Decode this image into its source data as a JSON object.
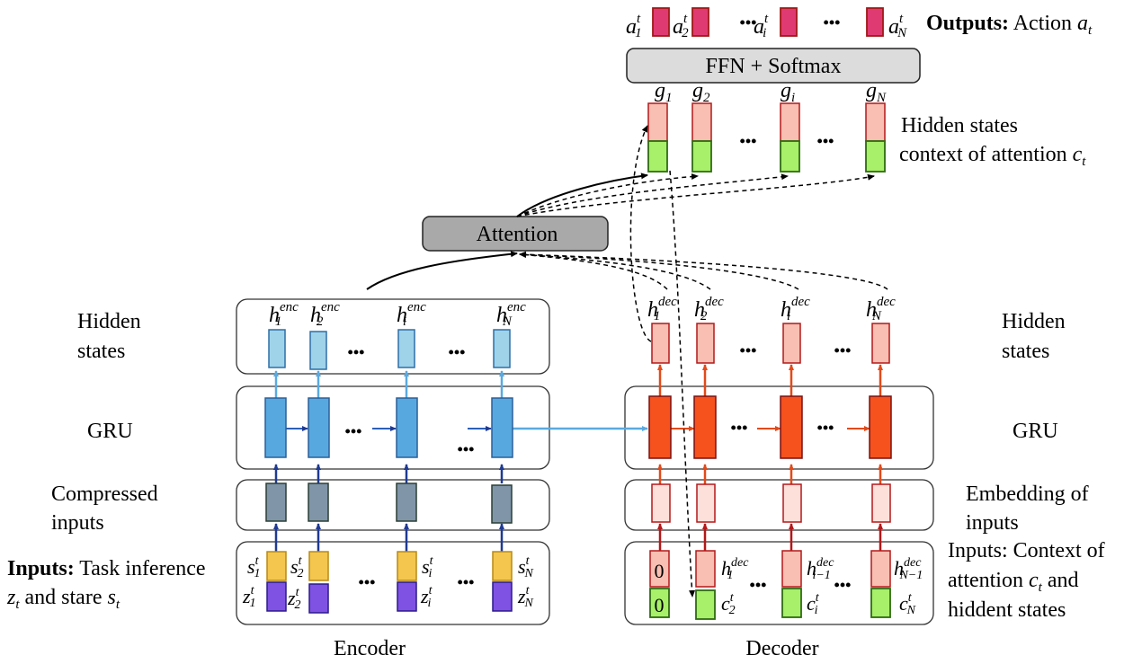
{
  "labels": {
    "outputs_bold": "Outputs:",
    "outputs_rest": "Action",
    "outputs_var": "a",
    "outputs_var_sub": "t",
    "ffn": "FFN + Softmax",
    "attention": "Attention",
    "hidden_states_top_line1": "Hidden states",
    "hidden_states_top_line2": "context of attention",
    "ctx_var": "c",
    "ctx_var_sub": "t",
    "enc_hidden_line1": "Hidden",
    "enc_hidden_line2": "states",
    "enc_gru": "GRU",
    "compressed_line1": "Compressed",
    "compressed_line2": "inputs",
    "inputs_bold": "Inputs:",
    "inputs_rest_line1": "Task inference",
    "inputs_line2_pre": "z",
    "inputs_line2_sub": "t",
    "inputs_line2_mid": "and stare",
    "inputs_line2_var": "s",
    "inputs_line2_var_sub": "t",
    "dec_hidden_line1": "Hidden",
    "dec_hidden_line2": "states",
    "dec_gru": "GRU",
    "embedding_line1": "Embedding of",
    "embedding_line2": "inputs",
    "dec_inputs_line1": "Inputs: Context of",
    "dec_inputs_line2_pre": "attention",
    "dec_inputs_line2_var": "c",
    "dec_inputs_line2_sub": "t",
    "dec_inputs_line2_post": "and",
    "dec_inputs_line3": "hiddent states",
    "encoder": "Encoder",
    "decoder": "Decoder",
    "ellipsis": "•••",
    "zero": "0"
  },
  "symbols": {
    "a_base": "a",
    "a_sup": "t",
    "a_subs": [
      "1",
      "2",
      "i",
      "N"
    ],
    "g_base": "g",
    "g_subs": [
      "1",
      "2",
      "i",
      "N"
    ],
    "h_base": "h",
    "enc_sup": "enc",
    "dec_sup": "dec",
    "h_subs": [
      "1",
      "2",
      "i",
      "N"
    ],
    "s_base": "s",
    "z_base": "z",
    "t_sup": "t",
    "sz_subs": [
      "1",
      "2",
      "i",
      "N"
    ],
    "dec_in_h_subs": [
      "1",
      "i−1",
      "N−1"
    ],
    "c_base": "c",
    "dec_in_c_subs": [
      "2",
      "i",
      "N"
    ]
  },
  "colors": {
    "enc_hidden": "#9fd3ea",
    "enc_gru": "#58a8e0",
    "compressed": "#8095a8",
    "input_s": "#f5c64e",
    "input_z": "#7f52e3",
    "dec_hidden": "#f8bfb2",
    "dec_gru": "#f5521e",
    "embedding": "#fde0da",
    "context": "#a8ef6a",
    "action": "#e03a72",
    "box_gray": "#cfcfcf",
    "box_attention": "#a8a8a8"
  }
}
